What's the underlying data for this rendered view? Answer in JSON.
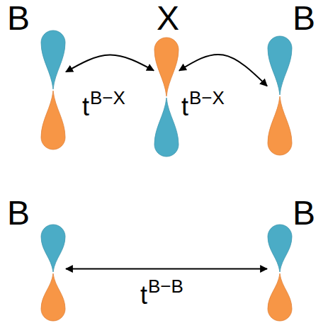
{
  "diagram": {
    "nodes": [
      {
        "text": [
          "B"
        ]
      },
      {
        "text": [
          "X"
        ]
      },
      {
        "text": [
          "B"
        ]
      },
      {
        "text": [
          "B"
        ]
      },
      {
        "text": [
          "B"
        ]
      }
    ],
    "edges": [
      {
        "from": 0,
        "to": 1,
        "arrow": "both",
        "label": "tB−X"
      },
      {
        "from": 1,
        "to": 2,
        "arrow": "both",
        "label": "tB−X"
      },
      {
        "from": 3,
        "to": 4,
        "arrow": "both",
        "label": "tB−B"
      }
    ]
  }
}
